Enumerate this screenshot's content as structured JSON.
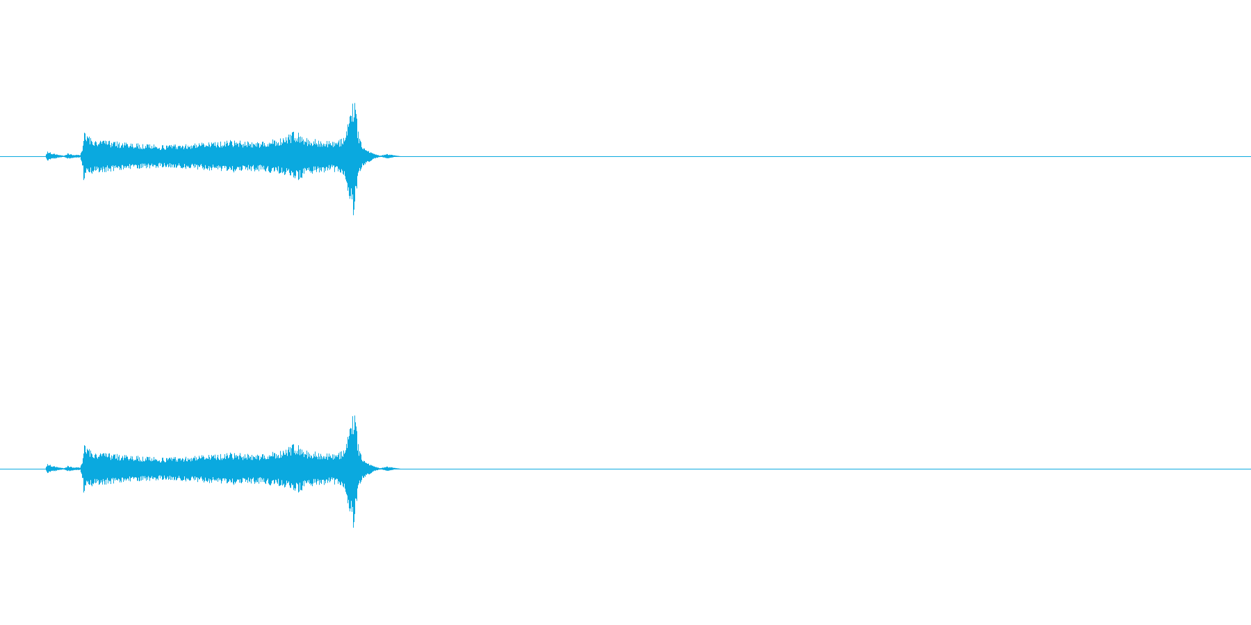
{
  "waveform": {
    "color": "#0aa9df",
    "background": "#ffffff",
    "channels": [
      {
        "name": "",
        "envelope": [
          {
            "t": 0.0,
            "a": 0.0
          },
          {
            "t": 0.036,
            "a": 0.0
          },
          {
            "t": 0.038,
            "a": 0.09
          },
          {
            "t": 0.041,
            "a": 0.05
          },
          {
            "t": 0.046,
            "a": 0.03
          },
          {
            "t": 0.051,
            "a": 0.01
          },
          {
            "t": 0.054,
            "a": 0.05
          },
          {
            "t": 0.057,
            "a": 0.03
          },
          {
            "t": 0.064,
            "a": 0.02
          },
          {
            "t": 0.066,
            "a": 0.19
          },
          {
            "t": 0.067,
            "a": 0.49
          },
          {
            "t": 0.069,
            "a": 0.34
          },
          {
            "t": 0.075,
            "a": 0.28
          },
          {
            "t": 0.1,
            "a": 0.22
          },
          {
            "t": 0.13,
            "a": 0.18
          },
          {
            "t": 0.16,
            "a": 0.22
          },
          {
            "t": 0.185,
            "a": 0.26
          },
          {
            "t": 0.205,
            "a": 0.24
          },
          {
            "t": 0.225,
            "a": 0.29
          },
          {
            "t": 0.235,
            "a": 0.42
          },
          {
            "t": 0.245,
            "a": 0.3
          },
          {
            "t": 0.265,
            "a": 0.24
          },
          {
            "t": 0.275,
            "a": 0.3
          },
          {
            "t": 0.281,
            "a": 0.9
          },
          {
            "t": 0.283,
            "a": 1.0
          },
          {
            "t": 0.286,
            "a": 0.42
          },
          {
            "t": 0.29,
            "a": 0.16
          },
          {
            "t": 0.298,
            "a": 0.05
          },
          {
            "t": 0.304,
            "a": 0.01
          },
          {
            "t": 0.309,
            "a": 0.04
          },
          {
            "t": 0.314,
            "a": 0.02
          },
          {
            "t": 0.32,
            "a": 0.0
          },
          {
            "t": 1.0,
            "a": 0.0
          }
        ]
      },
      {
        "name": "",
        "envelope": [
          {
            "t": 0.0,
            "a": 0.0
          },
          {
            "t": 0.036,
            "a": 0.0
          },
          {
            "t": 0.038,
            "a": 0.09
          },
          {
            "t": 0.041,
            "a": 0.05
          },
          {
            "t": 0.046,
            "a": 0.03
          },
          {
            "t": 0.051,
            "a": 0.01
          },
          {
            "t": 0.054,
            "a": 0.05
          },
          {
            "t": 0.057,
            "a": 0.03
          },
          {
            "t": 0.064,
            "a": 0.02
          },
          {
            "t": 0.066,
            "a": 0.19
          },
          {
            "t": 0.067,
            "a": 0.49
          },
          {
            "t": 0.069,
            "a": 0.34
          },
          {
            "t": 0.075,
            "a": 0.28
          },
          {
            "t": 0.1,
            "a": 0.22
          },
          {
            "t": 0.13,
            "a": 0.18
          },
          {
            "t": 0.16,
            "a": 0.22
          },
          {
            "t": 0.185,
            "a": 0.26
          },
          {
            "t": 0.205,
            "a": 0.24
          },
          {
            "t": 0.225,
            "a": 0.29
          },
          {
            "t": 0.235,
            "a": 0.42
          },
          {
            "t": 0.245,
            "a": 0.3
          },
          {
            "t": 0.265,
            "a": 0.24
          },
          {
            "t": 0.275,
            "a": 0.3
          },
          {
            "t": 0.281,
            "a": 0.9
          },
          {
            "t": 0.283,
            "a": 1.0
          },
          {
            "t": 0.286,
            "a": 0.42
          },
          {
            "t": 0.29,
            "a": 0.16
          },
          {
            "t": 0.298,
            "a": 0.05
          },
          {
            "t": 0.304,
            "a": 0.01
          },
          {
            "t": 0.309,
            "a": 0.04
          },
          {
            "t": 0.314,
            "a": 0.02
          },
          {
            "t": 0.32,
            "a": 0.0
          },
          {
            "t": 1.0,
            "a": 0.0
          }
        ]
      }
    ]
  }
}
